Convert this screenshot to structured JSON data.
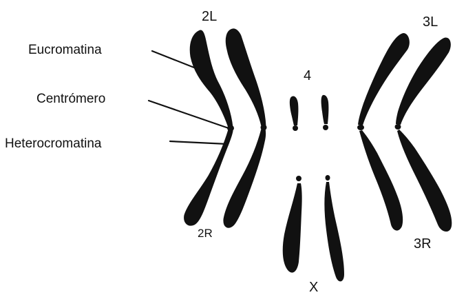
{
  "colors": {
    "background": "#ffffff",
    "chromosome": "#111111",
    "text": "#111111"
  },
  "annotations": {
    "euchromatin": "Eucromatina",
    "centromere": "Centrómero",
    "heterochromatin": "Heterocromatina"
  },
  "chromosome_labels": {
    "arm_2L": "2L",
    "arm_2R": "2R",
    "arm_3L": "3L",
    "arm_3R": "3R",
    "chrom_4": "4",
    "chrom_X": "X"
  }
}
